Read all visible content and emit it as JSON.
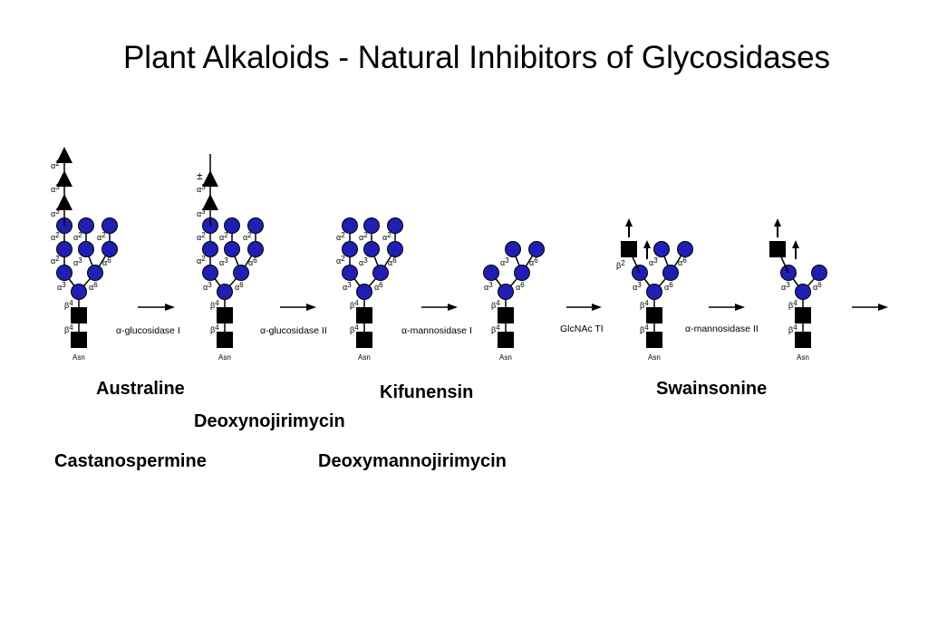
{
  "title": "Plant Alkaloids - Natural Inhibitors of Glycosidases",
  "colors": {
    "mannose": "#1f1fb4",
    "glcnac": "#000000",
    "glucose": "#000000",
    "bond": "#000000"
  },
  "glyph_names": {
    "mannose": "blue-circle",
    "glcnac": "black-square",
    "glucose": "black-triangle",
    "arrow": "arrow-up"
  },
  "labels": {
    "alpha": "α",
    "beta": "β",
    "asn": "Asn",
    "pm": "±",
    "n1": "1",
    "n2": "2",
    "n3": "3",
    "n4": "4",
    "n6": "6"
  },
  "enzymes": [
    "α-glucosidase I",
    "α-glucosidase II",
    "α-mannosidase I",
    "GlcNAc TI",
    "α-mannosidase II"
  ],
  "inhibitors": {
    "australine": "Australine",
    "deoxynojirimycin": "Deoxynojirimycin",
    "castanospermine": "Castanospermine",
    "kifunensin": "Kifunensin",
    "deoxymannojirimycin": "Deoxymannojirimycin",
    "swainsonine": "Swainsonine"
  }
}
